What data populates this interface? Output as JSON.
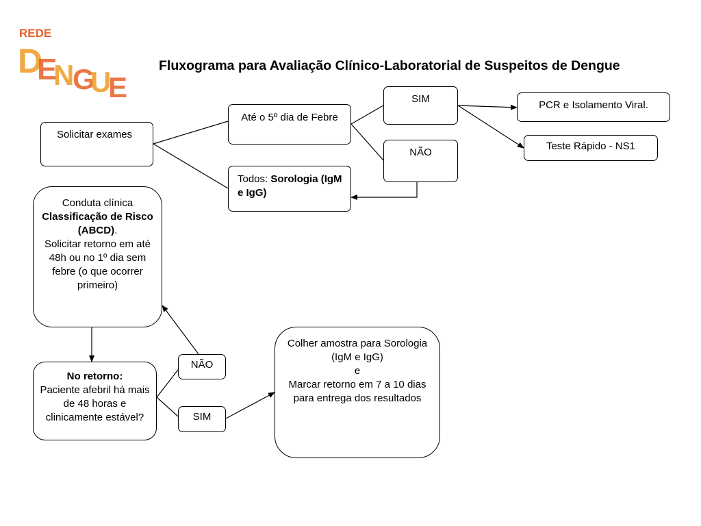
{
  "logo": {
    "rede": "REDE",
    "dengue": "DENGUE",
    "colors": [
      "#f0a030",
      "#e8602a"
    ]
  },
  "title": "Fluxograma para Avaliação Clínico-Laboratorial de Suspeitos de Dengue",
  "nodes": {
    "solicitar": "Solicitar exames",
    "ate5": "Até o 5º dia de Febre",
    "sim_top": "SIM",
    "nao_top": "NÃO",
    "pcr": "PCR e Isolamento Viral.",
    "teste_rapido": "Teste Rápido - NS1",
    "todos_prefix": "Todos: ",
    "todos_bold": "Sorologia (IgM e IgG)",
    "conduta_line1": "Conduta clínica",
    "conduta_bold": "Classificação de Risco (ABCD)",
    "conduta_dot": ".",
    "conduta_rest": "Solicitar retorno em até 48h ou no 1º dia sem febre (o que ocorrer primeiro)",
    "retorno_bold": "No retorno:",
    "retorno_rest": "Paciente afebril há mais de 48 horas e clinicamente estável?",
    "nao_bottom": "NÃO",
    "sim_bottom": "SIM",
    "colher_line1": "Colher amostra para Sorologia (IgM e IgG)",
    "colher_e": "e",
    "colher_line2": "Marcar retorno em 7 a 10 dias para entrega dos resultados"
  }
}
